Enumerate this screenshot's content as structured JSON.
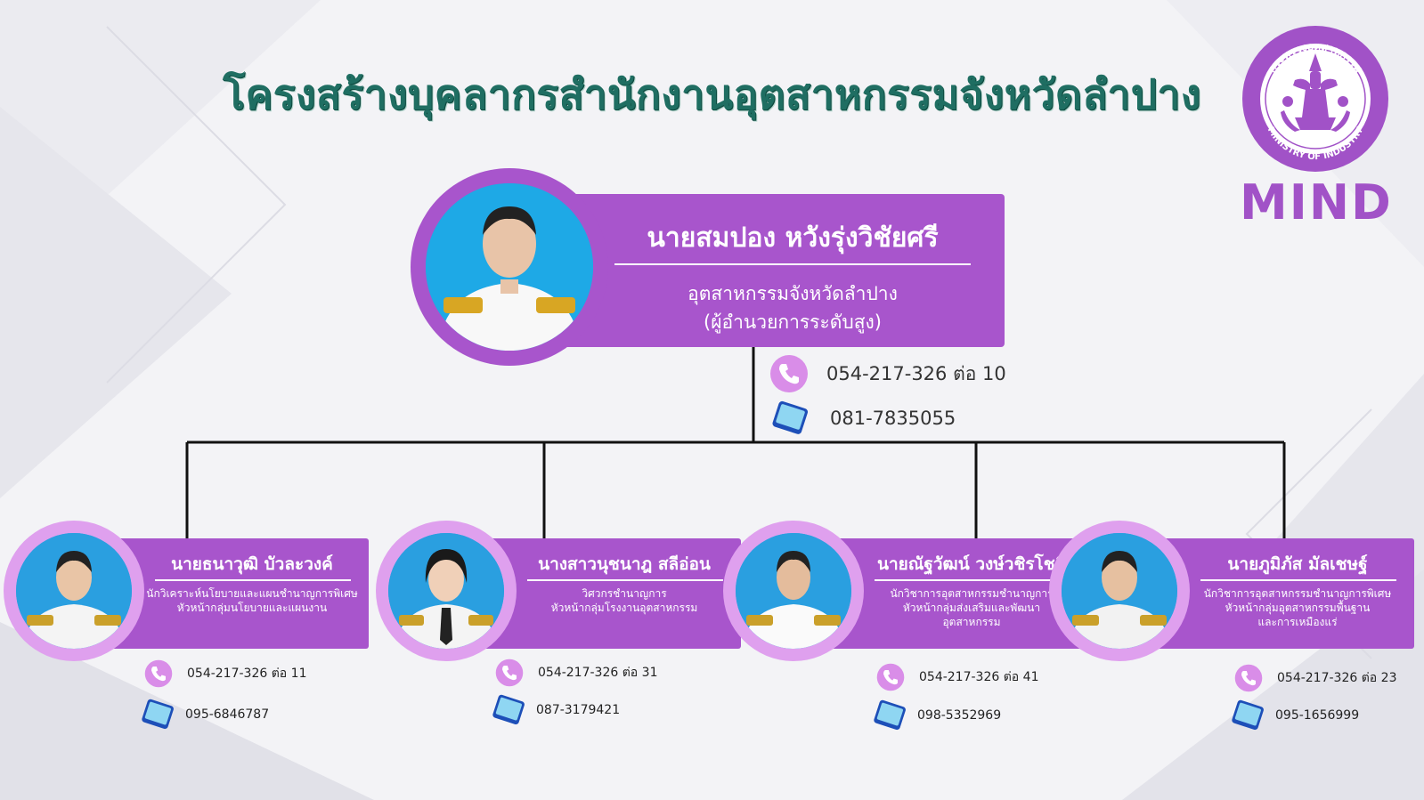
{
  "title": "โครงสร้างบุคลากรสำนักงานอุตสาหกรรมจังหวัดลำปาง",
  "logo": {
    "ring_text": "กระทรวงอุตสาหกรรม",
    "ring_text_en": "MINISTRY OF INDUSTRY",
    "wordmark": "MIND",
    "icon": "ministry-seal-icon"
  },
  "colors": {
    "accent": "#a855cc",
    "title": "#1f6e62",
    "wordmark": "#a152c7"
  },
  "head": {
    "name": "นายสมปอง หวังรุ่งวิชัยศรี",
    "position_line1": "อุตสาหกรรมจังหวัดลำปาง",
    "position_line2": "(ผู้อำนวยการระดับสูง)",
    "phone": "054-217-326 ต่อ 10",
    "mobile": "081-7835055"
  },
  "staff": [
    {
      "name": "นายธนาวุฒิ บัวละวงค์",
      "position_lines": [
        "นักวิเคราะห์นโยบายและแผนชำนาญการพิเศษ",
        "หัวหน้ากลุ่มนโยบายและแผนงาน"
      ],
      "phone": "054-217-326 ต่อ 11",
      "mobile": "095-6846787"
    },
    {
      "name": "นางสาวนุชนาฎ สลีอ่อน",
      "position_lines": [
        "วิศวกรชำนาญการ",
        "หัวหน้ากลุ่มโรงงานอุตสาหกรรม"
      ],
      "phone": "054-217-326 ต่อ 31",
      "mobile": "087-3179421"
    },
    {
      "name": "นายณัฐวัฒน์ วงษ์วชิรโชติ",
      "position_lines": [
        "นักวิชาการอุตสาหกรรมชำนาญการ",
        "หัวหน้ากลุ่มส่งเสริมและพัฒนา",
        "อุตสาหกรรม"
      ],
      "phone": "054-217-326 ต่อ 41",
      "mobile": "098-5352969"
    },
    {
      "name": "นายภูมิภัส มัลเชษฐ์",
      "position_lines": [
        "นักวิชาการอุตสาหกรรมชำนาญการพิเศษ",
        "หัวหน้ากลุ่มอุตสาหกรรมพื้นฐาน",
        "และการเหมืองแร่"
      ],
      "phone": "054-217-326 ต่อ 23",
      "mobile": "095-1656999"
    }
  ]
}
